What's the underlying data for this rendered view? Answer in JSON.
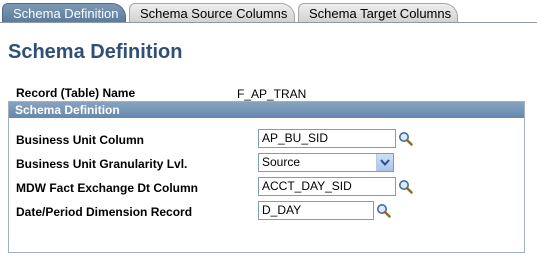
{
  "tabs": [
    {
      "label": "Schema Definition",
      "active": true
    },
    {
      "label": "Schema Source Columns",
      "active": false
    },
    {
      "label": "Schema Target Columns",
      "active": false
    }
  ],
  "page_title": "Schema Definition",
  "record": {
    "label": "Record (Table) Name",
    "value": "F_AP_TRAN"
  },
  "group": {
    "title": "Schema Definition",
    "fields": {
      "business_unit_column": {
        "label": "Business Unit Column",
        "value": "AP_BU_SID"
      },
      "granularity": {
        "label": "Business Unit Granularity Lvl.",
        "value": "Source"
      },
      "exchange_dt_column": {
        "label": "MDW Fact Exchange Dt Column",
        "value": "ACCT_DAY_SID"
      },
      "period_dimension_record": {
        "label": "Date/Period Dimension Record",
        "value": "D_DAY"
      }
    }
  },
  "icons": {
    "lookup": "magnifier-lookup-icon",
    "dropdown": "chevron-down-icon"
  },
  "colors": {
    "title": "#2f5076",
    "active_tab": "#6688ad",
    "group_header": "#7796b8"
  }
}
